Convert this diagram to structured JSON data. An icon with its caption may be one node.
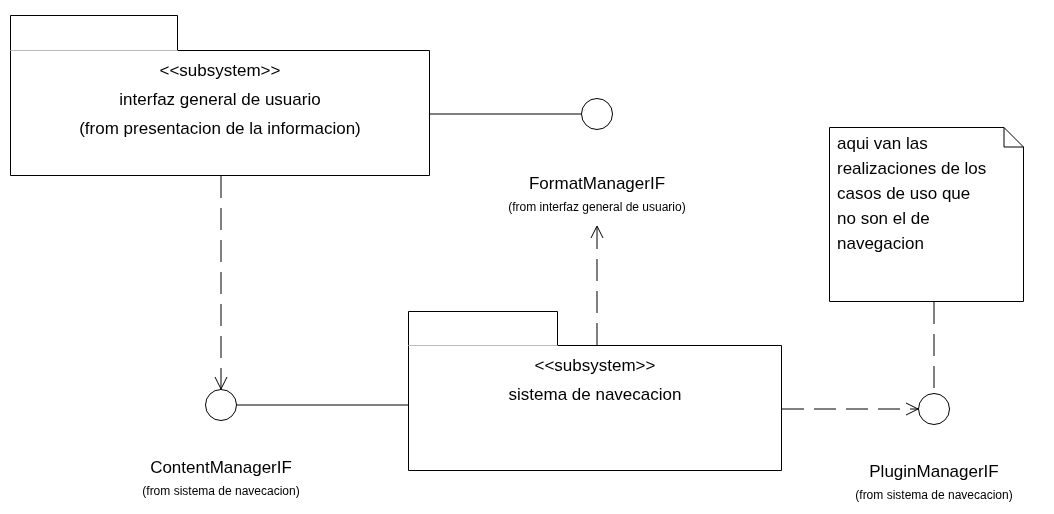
{
  "diagram": {
    "nodes": [
      {
        "text": [
          "<<subsystem>>",
          "interfaz general de usuario",
          "(from presentacion de la informacion)"
        ]
      },
      {
        "text": [
          "FormatManagerIF"
        ]
      },
      {
        "text": [
          "aqui van las realizaciones de los casos de uso que no son el de navegacion"
        ]
      },
      {
        "text": [
          "ContentManagerIF"
        ]
      },
      {
        "text": [
          "<<subsystem>>",
          "sistema de navecacion"
        ]
      },
      {
        "text": [
          "PluginManagerIF"
        ]
      }
    ],
    "edges": [
      {
        "from": 0,
        "to": 1,
        "arrow": "none"
      },
      {
        "from": 0,
        "to": 3,
        "arrow": "to",
        "style": "dashed"
      },
      {
        "from": 4,
        "to": 1,
        "arrow": "to",
        "style": "dashed"
      },
      {
        "from": 3,
        "to": 4,
        "arrow": "none"
      },
      {
        "from": 4,
        "to": 5,
        "arrow": "to",
        "style": "dashed"
      },
      {
        "from": 2,
        "to": 5,
        "arrow": "none",
        "style": "dashed"
      }
    ],
    "labels": [
      "(from interfaz general de usuario)",
      "(from sistema de navecacion)",
      "(from sistema de navecacion)"
    ]
  }
}
